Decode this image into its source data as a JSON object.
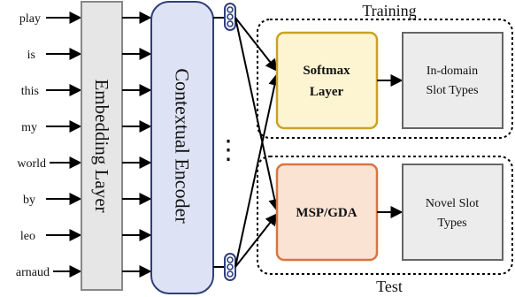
{
  "tokens": [
    "play",
    "is",
    "this",
    "my",
    "world",
    "by",
    "leo",
    "arnaud"
  ],
  "embedding_label": "Embedding Layer",
  "encoder_label": "Contextual Encoder",
  "ellipsis": "⋮",
  "training": {
    "title": "Training",
    "classifier_line1": "Softmax",
    "classifier_line2": "Layer",
    "output_line1": "In-domain",
    "output_line2": "Slot Types"
  },
  "test": {
    "title": "Test",
    "detector": "MSP/GDA",
    "output_line1": "Novel Slot",
    "output_line2": "Types"
  },
  "colors": {
    "embedding_fill": "#e6e6e6",
    "encoder_fill": "#dde3f4",
    "encoder_stroke": "#2f3f7a",
    "softmax_fill": "#fdf5d2",
    "softmax_stroke": "#c9a227",
    "msp_fill": "#fbe3d4",
    "msp_stroke": "#d9743f",
    "output_fill": "#ececec",
    "vector_stroke": "#2f3f7a"
  }
}
